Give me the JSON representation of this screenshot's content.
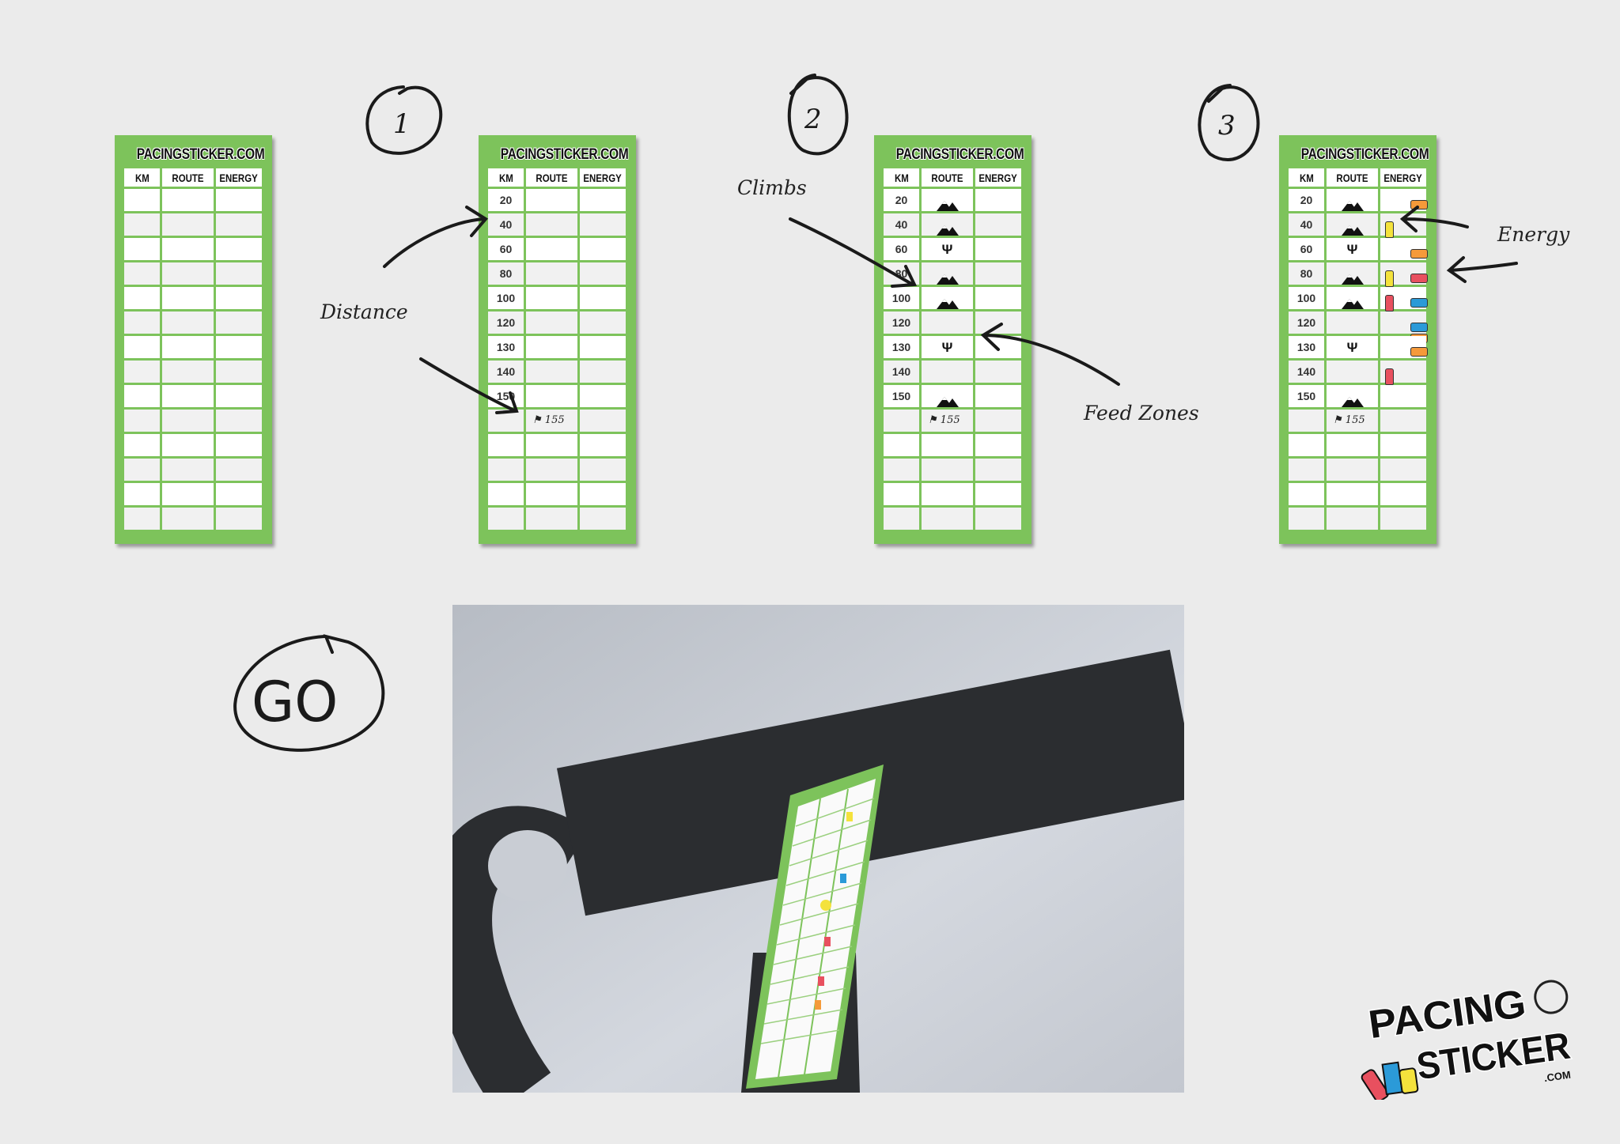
{
  "card_title": "PACINGSTICKER.COM",
  "columns": [
    "KM",
    "ROUTE",
    "ENERGY"
  ],
  "steps": {
    "one": "1",
    "two": "2",
    "three": "3",
    "go": "GO"
  },
  "labels": {
    "distance": "Distance",
    "climbs": "Climbs",
    "feed_zones": "Feed Zones",
    "energy": "Energy"
  },
  "km_values": [
    "20",
    "40",
    "60",
    "80",
    "100",
    "120",
    "130",
    "140",
    "150",
    "",
    "",
    "",
    "",
    ""
  ],
  "finish": {
    "icon": "checkered-flag-icon",
    "km": "155"
  },
  "cards": [
    {
      "name": "blank-sticker",
      "show_km": false,
      "route": [],
      "energy": []
    },
    {
      "name": "sticker-step-distance",
      "show_km": true,
      "route": [
        [
          9,
          "flag"
        ]
      ],
      "energy": []
    },
    {
      "name": "sticker-step-route",
      "show_km": true,
      "route": [
        [
          0,
          "mountain"
        ],
        [
          1,
          "mountain"
        ],
        [
          2,
          "feed"
        ],
        [
          3,
          "mountain"
        ],
        [
          4,
          "mountain"
        ],
        [
          6,
          "feed"
        ],
        [
          8,
          "mountain"
        ],
        [
          9,
          "flag"
        ]
      ],
      "energy": []
    },
    {
      "name": "sticker-step-energy",
      "show_km": true,
      "route": [
        [
          0,
          "mountain"
        ],
        [
          1,
          "mountain"
        ],
        [
          2,
          "feed"
        ],
        [
          3,
          "mountain"
        ],
        [
          4,
          "mountain"
        ],
        [
          6,
          "feed"
        ],
        [
          8,
          "mountain"
        ],
        [
          9,
          "flag"
        ]
      ],
      "energy": [
        [
          1,
          "bottle",
          "#f4e23c"
        ],
        [
          3,
          "bottle",
          "#f4e23c"
        ],
        [
          4,
          "bottle",
          "#e8505f"
        ],
        [
          7,
          "bottle",
          "#e8505f"
        ],
        [
          0,
          "gel",
          "#f59a3a"
        ],
        [
          2,
          "gel",
          "#f59a3a"
        ],
        [
          3,
          "gel",
          "#e8505f"
        ],
        [
          4,
          "gel",
          "#2b9ad8"
        ],
        [
          5,
          "gel",
          "#2b9ad8"
        ],
        [
          5,
          "gel",
          "#f59a3a"
        ],
        [
          6,
          "gel",
          "#f59a3a"
        ]
      ]
    }
  ],
  "logo": {
    "line1": "PACING",
    "line2": "STICKER",
    "suffix": ".COM"
  },
  "colors": {
    "sticker_green": "#7dc35b",
    "background": "#ebebeb",
    "handlebar": "#2b2d30"
  }
}
